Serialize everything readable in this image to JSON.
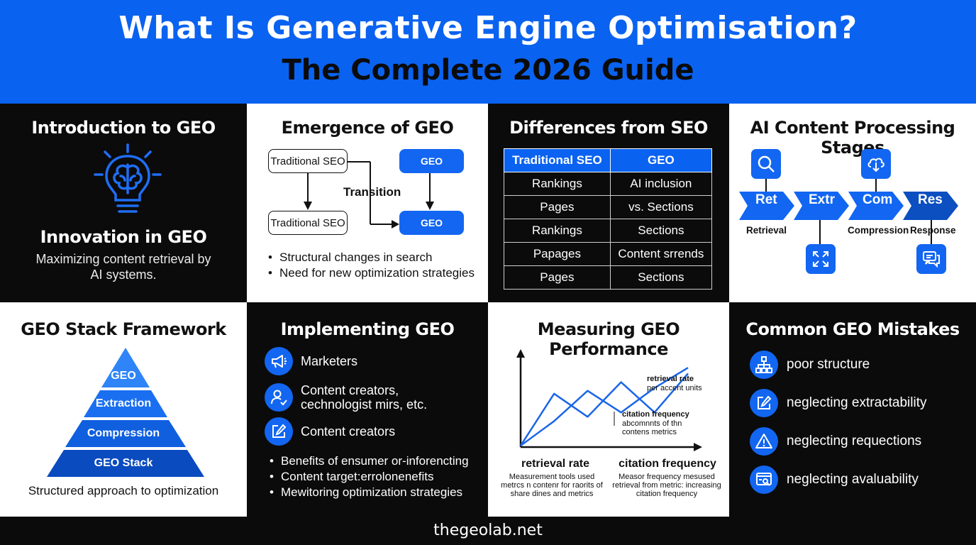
{
  "header": {
    "title_line1": "What Is Generative Engine Optimisation?",
    "title_line2": "The Complete 2026 Guide"
  },
  "colors": {
    "accent": "#0a62f0",
    "dark": "#0b0b0b",
    "light": "#ffffff"
  },
  "intro": {
    "title": "Introduction to GEO",
    "icon": "lightbulb-brain-icon",
    "subtitle": "Innovation in GEO",
    "description": "Maximizing content retrieval by AI systems."
  },
  "emergence": {
    "title": "Emergence of GEO",
    "box_top_left": "Traditional SEO",
    "box_bottom_left": "Traditional SEO",
    "box_top_right": "GEO",
    "box_bottom_right": "GEO",
    "transition_label": "Transition",
    "bullets": [
      "Structural changes in search",
      "Need for new optimization strategies"
    ]
  },
  "differences": {
    "title": "Differences from SEO",
    "headers": [
      "Traditional SEO",
      "GEO"
    ],
    "rows": [
      [
        "Rankings",
        "AI inclusion"
      ],
      [
        "Pages",
        "vs. Sections"
      ],
      [
        "Rankings",
        "Sections"
      ],
      [
        "Papages",
        "Content srrends"
      ],
      [
        "Pages",
        "Sections"
      ]
    ]
  },
  "stages": {
    "title": "AI Content Processing Stages",
    "chevrons": [
      "Ret",
      "Extr",
      "Com",
      "Res"
    ],
    "labels": [
      "Retrieval",
      "Compression",
      "Response"
    ],
    "icons": [
      "search-icon",
      "cloud-download-icon",
      "expand-arrows-icon",
      "chat-bubbles-icon"
    ]
  },
  "stack": {
    "title": "GEO Stack Framework",
    "layers": [
      "GEO",
      "Extraction",
      "Compression",
      "GEO Stack"
    ],
    "description": "Structured approach to optimization"
  },
  "implementing": {
    "title": "Implementing GEO",
    "items": [
      {
        "icon": "megaphone-icon",
        "label": "Marketers"
      },
      {
        "icon": "user-check-icon",
        "label": "Content creators,\ncechnologist mirs, etc."
      },
      {
        "icon": "edit-icon",
        "label": "Content creators"
      }
    ],
    "bullets": [
      "Benefits of ensumer or-inforencting",
      "Content target:errolonenefits",
      "Mewitoring optimization strategies"
    ]
  },
  "measuring": {
    "title": "Measuring GEO Performance",
    "series_label_1": "retrieval rate",
    "series_note_1": "per accent units",
    "series_label_2": "citation frequency",
    "series_note_2": "abcomnnts of thn\ncontens metrics",
    "col1_head": "retrieval rate",
    "col1_text": "Measurement tools used\nmetrcs n contenr for raorits of\nshare dines and metrics",
    "col2_head": "citation frequency",
    "col2_text": "Measor frequency mesused\nretrieval from metric: increasing\ncitation frequency",
    "chart_data": {
      "type": "line",
      "title": "",
      "xlabel": "",
      "ylabel": "",
      "x": [
        1,
        2,
        3,
        4,
        5,
        6
      ],
      "series": [
        {
          "name": "retrieval rate",
          "values": [
            0,
            3.6,
            2.0,
            4.4,
            2.3,
            5.0
          ]
        },
        {
          "name": "citation frequency",
          "values": [
            0,
            1.7,
            3.8,
            2.3,
            4.0,
            5.4
          ]
        }
      ],
      "ylim": [
        0,
        6
      ],
      "grid": false,
      "legend": "inline labels"
    }
  },
  "mistakes": {
    "title": "Common GEO Mistakes",
    "items": [
      {
        "icon": "sitemap-icon",
        "label": "poor structure"
      },
      {
        "icon": "edit-icon",
        "label": "neglecting extractability"
      },
      {
        "icon": "warning-icon",
        "label": "neglecting requections"
      },
      {
        "icon": "browser-search-icon",
        "label": "neglecting avaluability"
      }
    ]
  },
  "footer": {
    "site": "thegeolab.net"
  }
}
